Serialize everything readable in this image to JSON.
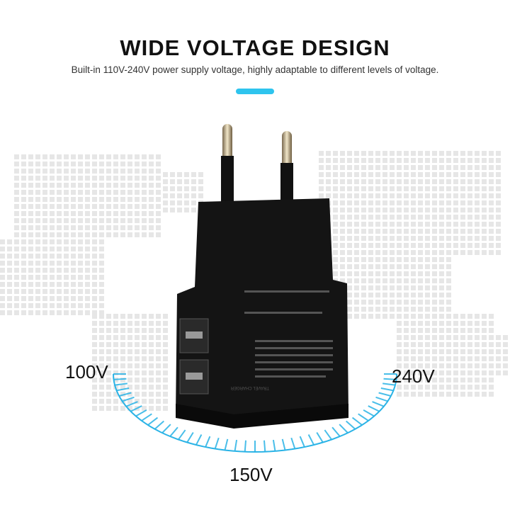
{
  "header": {
    "title": "WIDE VOLTAGE DESIGN",
    "subtitle": "Built-in 110V-240V power supply voltage, highly adaptable to different levels of voltage."
  },
  "dial": {
    "labels": {
      "left": "100V",
      "bottom": "150V",
      "right": "240V"
    },
    "color": "#2ab3e6"
  },
  "product": {
    "label_text": "TRAVEL CHARGER"
  },
  "colors": {
    "accent": "#2ec4ee",
    "map": "#e6e6e6",
    "charger": "#141414"
  }
}
